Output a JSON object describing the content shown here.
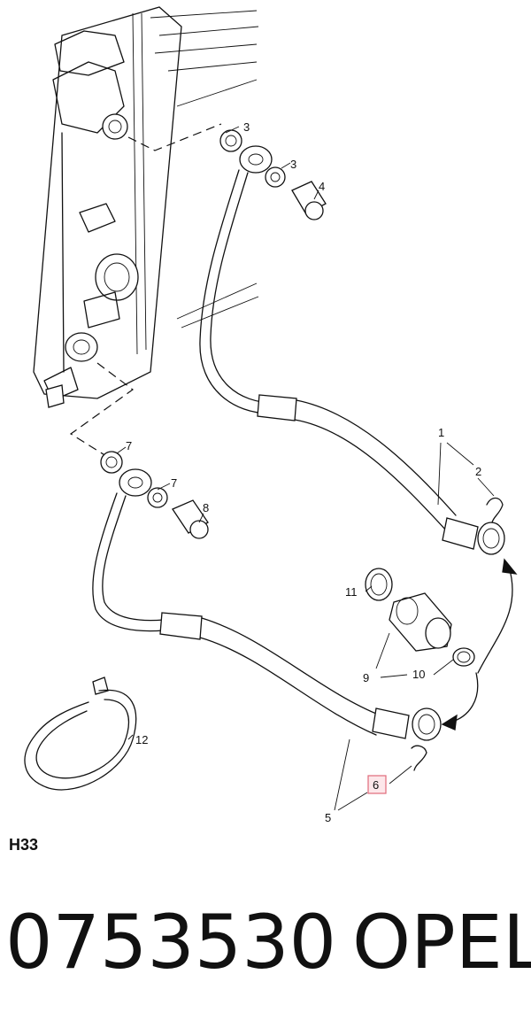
{
  "page_code": "H33",
  "part_number": "0753530",
  "brand": "OPEL",
  "callouts": {
    "c1": "1",
    "c2": "2",
    "c3a": "3",
    "c3b": "3",
    "c4": "4",
    "c5": "5",
    "c6": "6",
    "c7a": "7",
    "c7b": "7",
    "c8": "8",
    "c9": "9",
    "c10": "10",
    "c11": "11",
    "c12": "12"
  },
  "highlight_color": "#e06a7a"
}
